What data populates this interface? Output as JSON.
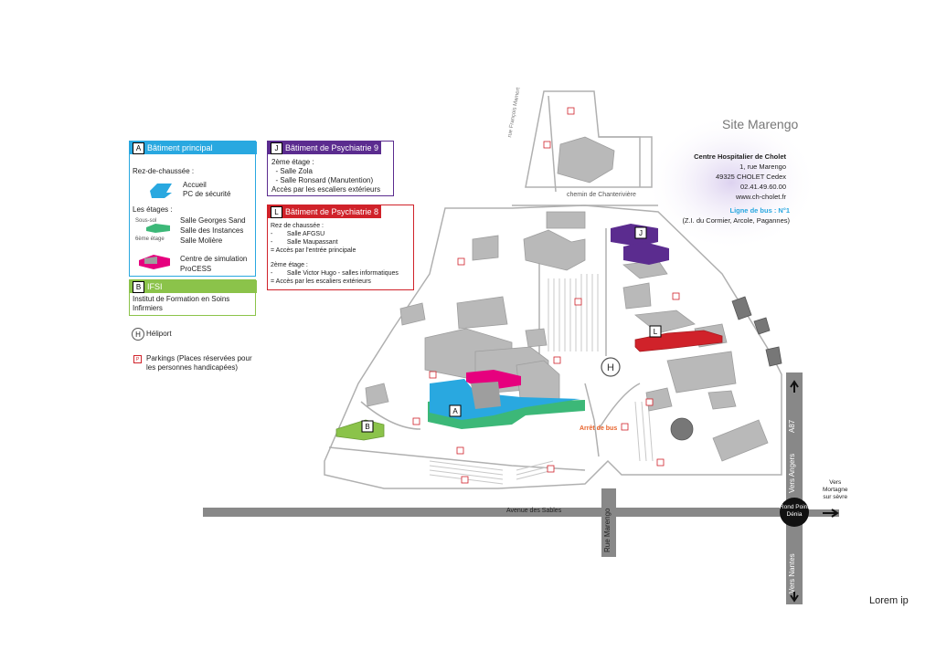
{
  "site_title": "Site Marengo",
  "address": {
    "org": "Centre Hospitalier de Cholet",
    "street": "1, rue Marengo",
    "city": "49325 CHOLET Cedex",
    "phone": "02.41.49.60.00",
    "web": "www.ch-cholet.fr"
  },
  "bus": {
    "title": "Ligne de bus : N°1",
    "stops": "(Z.I. du Cormier, Arcole, Pagannes)"
  },
  "legend_a": {
    "letter": "A",
    "title": "Bâtiment principal",
    "rdc_label": "Rez-de-chaussée :",
    "rdc_items": [
      "Accueil",
      "PC de sécurité"
    ],
    "etages_label": "Les étages :",
    "sous_sol": "Sous-sol",
    "sixieme": "6ème étage",
    "salles": [
      "Salle Georges Sand",
      "Salle des Instances",
      "Salle Molière"
    ],
    "simulation": [
      "Centre de simulation",
      "ProCESS"
    ]
  },
  "legend_b": {
    "letter": "B",
    "title": "IFSI",
    "text": [
      "Institut de Formation en Soins",
      "Infirmiers"
    ]
  },
  "legend_j": {
    "letter": "J",
    "title": "Bâtiment de Psychiatrie 9",
    "lines": [
      "2ème étage :",
      "  - Salle Zola",
      "  - Salle Ronsard (Manutention)",
      "Accès par les escaliers extérieurs"
    ]
  },
  "legend_l": {
    "letter": "L",
    "title": "Bâtiment de Psychiatrie 8",
    "lines": [
      "Rez de chaussée :",
      "-        Salle AFGSU",
      "-        Salle Maupassant",
      "= Accès par l'entrée principale",
      "",
      "2ème étage :",
      "-        Salle Victor Hugo - salles informatiques",
      "= Accès par les escaliers extérieurs"
    ]
  },
  "heliport": {
    "symbol": "H",
    "label": "Héliport"
  },
  "parking": {
    "symbol": "P",
    "label": [
      "Parkings (Places réservées pour",
      "les personnes handicapées)"
    ]
  },
  "roads": {
    "francois_mamert": "rue François Mamert",
    "chanterivière": "chemin de Chanterivière",
    "avenue_sables": "Avenue des Sables",
    "rue_marengo": "Rue Marengo",
    "vers_angers": "Vers Angers",
    "a87": "A87",
    "vers_nantes": "Vers Nantes",
    "vers_mortagne": [
      "Vers",
      "Mortagne",
      "sur sèvre"
    ],
    "rond_point": [
      "Rond Point",
      "Dénia"
    ]
  },
  "arret_bus": "Arrêt de bus",
  "building_labels": [
    "A",
    "B",
    "J",
    "L",
    "H"
  ],
  "colors": {
    "blue": "#29a8e0",
    "green": "#3cb878",
    "magenta": "#e6007e",
    "purple": "#5b2c8f",
    "red": "#d0222a",
    "lime": "#8bc34a",
    "grey": "#b9b9b9",
    "orange": "#e8622a"
  },
  "lorem": "Lorem ip"
}
